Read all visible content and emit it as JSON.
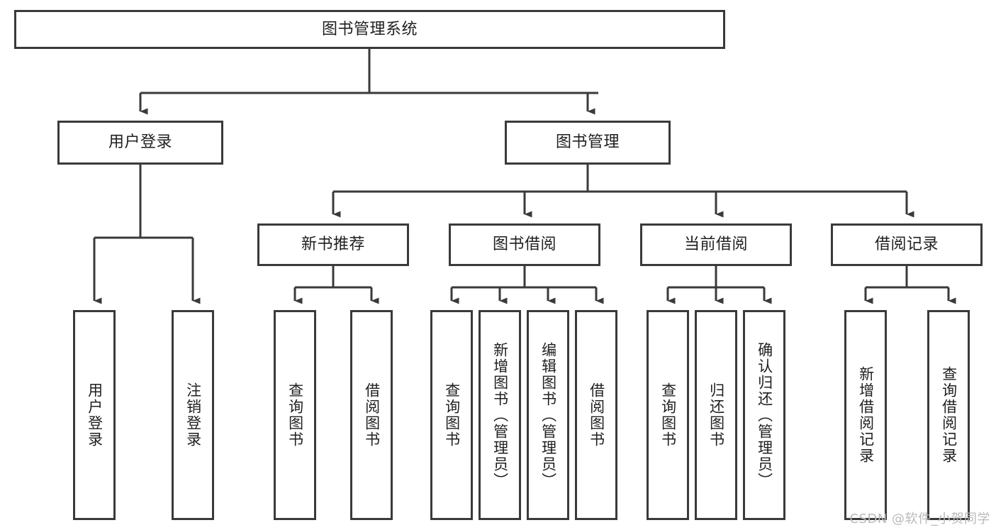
{
  "diagram": {
    "title": "图书管理系统",
    "type": "tree-hierarchy-chart",
    "watermark": "CSDN @软件_小贺同学",
    "colors": {
      "background": "#ffffff",
      "border": "#3a3a3a",
      "text": "#1f1f1f",
      "edge": "#3a3a3a",
      "watermark": "#b9b9b9"
    },
    "nodes": {
      "root": {
        "label": "图书管理系统"
      },
      "level2": [
        {
          "id": "user-login",
          "label": "用户登录"
        },
        {
          "id": "book-manage",
          "label": "图书管理"
        }
      ],
      "level3": [
        {
          "id": "new-book-recommend",
          "label": "新书推荐"
        },
        {
          "id": "book-borrow",
          "label": "图书借阅"
        },
        {
          "id": "current-borrow",
          "label": "当前借阅"
        },
        {
          "id": "borrow-record",
          "label": "借阅记录"
        }
      ],
      "leaves": [
        {
          "id": "leaf-user-login",
          "label": "用户登录",
          "parent": "user-login"
        },
        {
          "id": "leaf-logout-login",
          "label": "注销登录",
          "parent": "user-login"
        },
        {
          "id": "leaf-query-book-1",
          "label": "查询图书",
          "parent": "new-book-recommend"
        },
        {
          "id": "leaf-borrow-book-1",
          "label": "借阅图书",
          "parent": "new-book-recommend"
        },
        {
          "id": "leaf-query-book-2",
          "label": "查询图书",
          "parent": "book-borrow"
        },
        {
          "id": "leaf-add-book",
          "label": "新增图书（管理员）",
          "parent": "book-borrow"
        },
        {
          "id": "leaf-edit-book",
          "label": "编辑图书（管理员）",
          "parent": "book-borrow"
        },
        {
          "id": "leaf-borrow-book-2",
          "label": "借阅图书",
          "parent": "book-borrow"
        },
        {
          "id": "leaf-query-book-3",
          "label": "查询图书",
          "parent": "current-borrow"
        },
        {
          "id": "leaf-return-book",
          "label": "归还图书",
          "parent": "current-borrow"
        },
        {
          "id": "leaf-confirm-return",
          "label": "确认归还（管理员）",
          "parent": "current-borrow"
        },
        {
          "id": "leaf-add-record",
          "label": "新增借阅记录",
          "parent": "borrow-record"
        },
        {
          "id": "leaf-query-record",
          "label": "查询借阅记录",
          "parent": "borrow-record"
        }
      ]
    }
  }
}
